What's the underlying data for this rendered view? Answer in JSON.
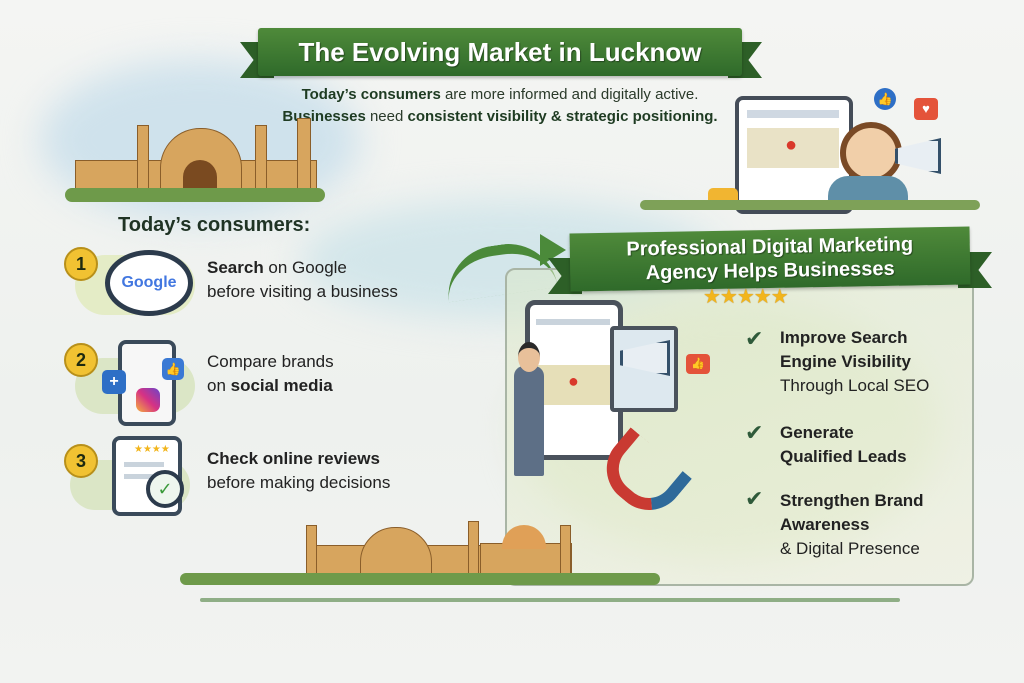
{
  "header": {
    "title": "The Evolving Market in Lucknow",
    "subtitle_parts": [
      {
        "text": "Today’s consumers",
        "bold": true
      },
      {
        "text": " are more informed and digitally active. ",
        "bold": false
      },
      {
        "text": "Businesses",
        "bold": true
      },
      {
        "text": " need ",
        "bold": false
      },
      {
        "text": "consistent visibility & strategic positioning.",
        "bold": true
      }
    ]
  },
  "consumers": {
    "heading": "Today’s consumers:",
    "items": [
      {
        "number": "1",
        "bold": "Search",
        "line1_rest": " on Google",
        "line2": "before visiting a business",
        "icon": "google-search-icon",
        "icon_text": "Google"
      },
      {
        "number": "2",
        "line1": "Compare brands",
        "line2_pre": "on ",
        "line2_bold": "social media",
        "icon": "social-media-phone-icon"
      },
      {
        "number": "3",
        "line1": "Check online reviews",
        "line2": "before making decisions",
        "icon": "reviews-checklist-icon",
        "icon_text": "★★★★"
      }
    ]
  },
  "agency": {
    "title_line1": "Professional Digital Marketing",
    "title_line2": "Agency Helps Businesses",
    "rating": 5,
    "stars": "★★★★★",
    "benefits": [
      {
        "bold": "Improve Search Engine Visibility",
        "light": "Through Local SEO"
      },
      {
        "bold": "Generate Qualified Leads",
        "light": ""
      },
      {
        "bold": "Strengthen Brand Awareness",
        "light": "& Digital Presence"
      }
    ],
    "check_icon": "✔"
  },
  "colors": {
    "banner_green": "#3f7a32",
    "text_dark": "#1f3324",
    "badge_yellow": "#f1c232",
    "star_gold": "#f2b51c",
    "check_green": "#2f5a3a"
  }
}
